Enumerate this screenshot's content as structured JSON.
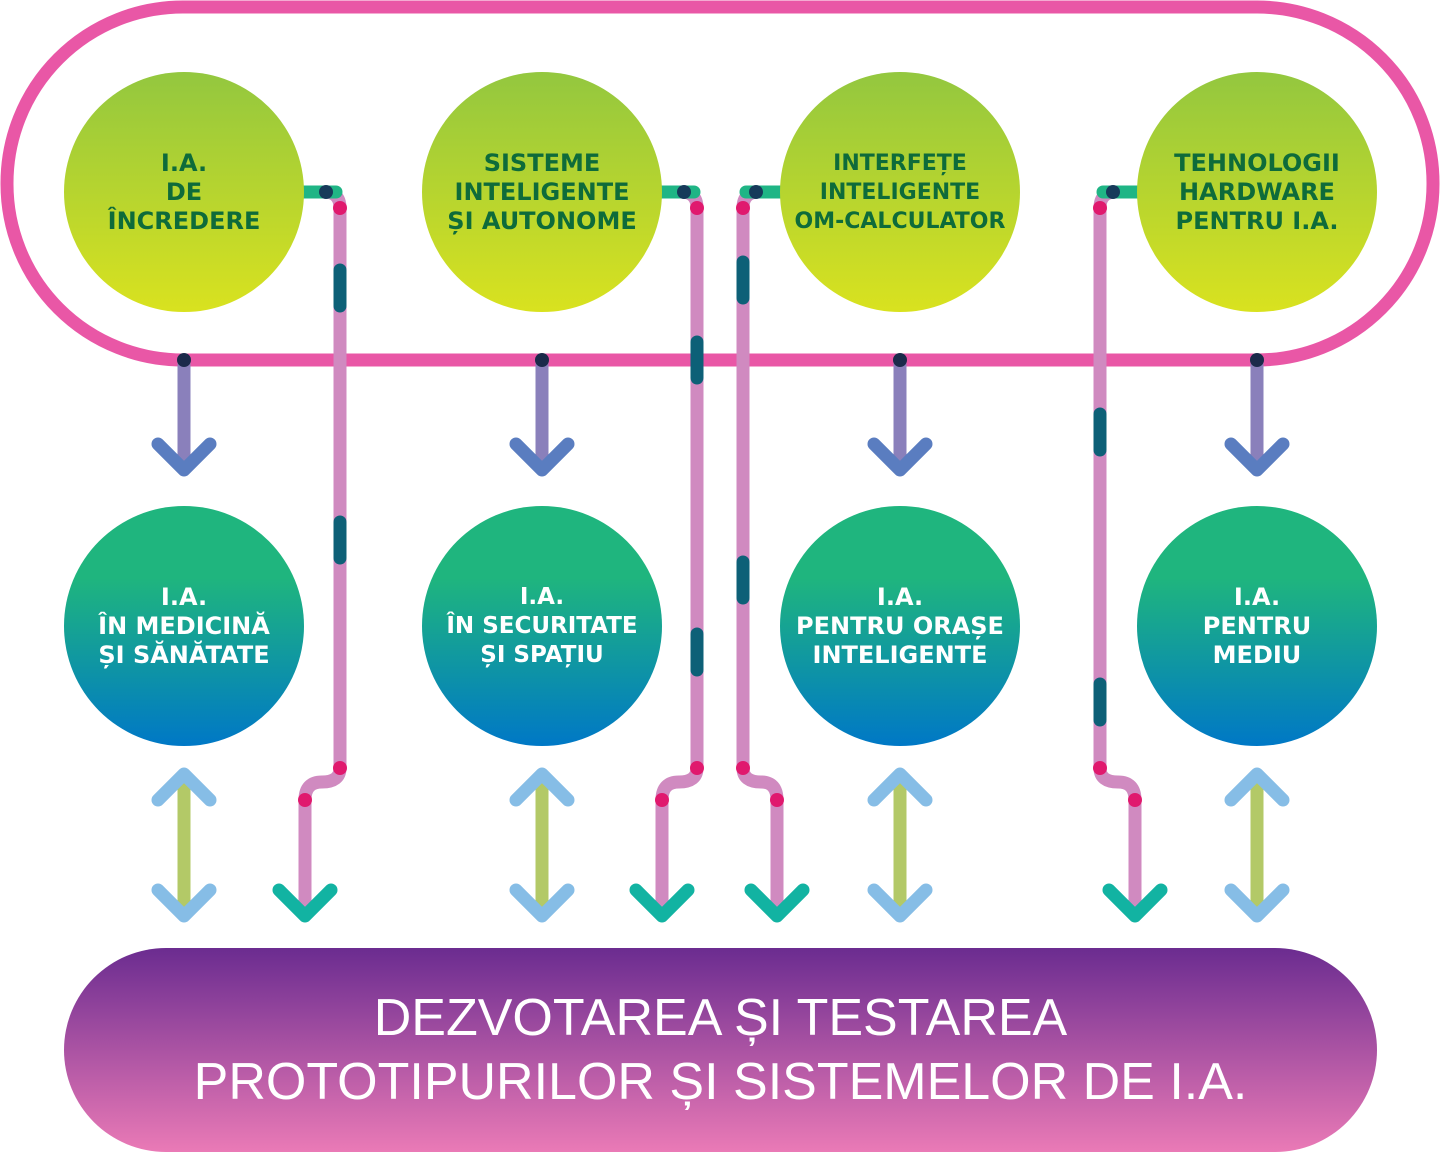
{
  "colors": {
    "frame": "#e957a6",
    "pipe": "#d08ac0",
    "pipe_dot": "#e0196e",
    "pipe_dash": "#0d6077",
    "connector_start": "#1fb585",
    "connector_mid": "#18a8a0",
    "arrow_down_stem": "#8a80bb",
    "arrow_down_head": "#5a7dc0",
    "arrow_double_stem": "#b3c967",
    "arrow_double_head": "#86bde6",
    "arrow_pipe_head": "#12b3a2",
    "top_circle_gradient": [
      "#93c73f",
      "#d9e21f"
    ],
    "mid_circle_gradient": [
      "#1fb57e",
      "#0078c6"
    ],
    "bottom_gradient": [
      "#6b2c90",
      "#ea7ab6"
    ]
  },
  "top_circles": [
    {
      "lines": [
        "I.A.",
        "DE",
        "ÎNCREDERE"
      ]
    },
    {
      "lines": [
        "SISTEME",
        "INTELIGENTE",
        "ȘI AUTONOME"
      ]
    },
    {
      "lines": [
        "INTERFEȚE",
        "INTELIGENTE",
        "OM-CALCULATOR"
      ]
    },
    {
      "lines": [
        "TEHNOLOGII",
        "HARDWARE",
        "PENTRU I.A."
      ]
    }
  ],
  "mid_circles": [
    {
      "lines": [
        "I.A.",
        "ÎN MEDICINĂ",
        "ȘI SĂNĂTATE"
      ]
    },
    {
      "lines": [
        "I.A.",
        "ÎN SECURITATE",
        "ȘI SPAȚIU"
      ]
    },
    {
      "lines": [
        "I.A.",
        "PENTRU ORAȘE",
        "INTELIGENTE"
      ]
    },
    {
      "lines": [
        "I.A.",
        "PENTRU",
        "MEDIU"
      ]
    }
  ],
  "bottom": {
    "line1": "DEZVOTAREA ȘI TESTAREA",
    "line2": "PROTOTIPURILOR ȘI SISTEMELOR DE I.A."
  }
}
